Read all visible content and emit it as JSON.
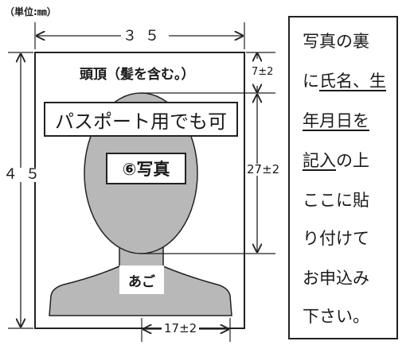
{
  "unit_label": "（単位:㎜）",
  "dimensions": {
    "width": "３５",
    "height": "４５",
    "top_margin": "7±2",
    "face_height": "27±2",
    "chin_width": "17±2"
  },
  "labels": {
    "crown": "頭頂（髪を含む。）",
    "passport_ok": "パスポート用でも可",
    "photo": "⑥写真",
    "chin": "あご"
  },
  "note": {
    "lines": [
      [
        {
          "t": "写真の裏",
          "u": false
        }
      ],
      [
        {
          "t": "に",
          "u": false
        },
        {
          "t": "氏名、生",
          "u": true
        }
      ],
      [
        {
          "t": "年月日を",
          "u": true
        }
      ],
      [
        {
          "t": "記入",
          "u": true
        },
        {
          "t": "の上",
          "u": false
        }
      ],
      [
        {
          "t": "ここに貼",
          "u": false
        }
      ],
      [
        {
          "t": "り付けて",
          "u": false
        }
      ],
      [
        {
          "t": "お申込み",
          "u": false
        }
      ],
      [
        {
          "t": "下さい。",
          "u": false
        }
      ]
    ]
  },
  "colors": {
    "silhouette_fill": "#b8b8b8",
    "outline": "#222222"
  }
}
